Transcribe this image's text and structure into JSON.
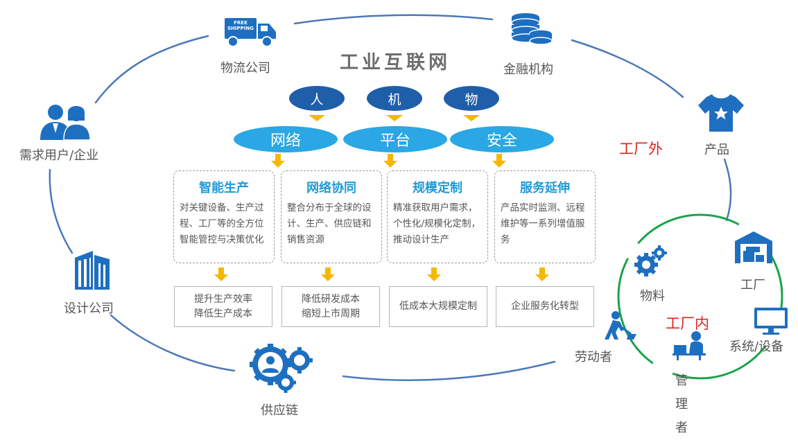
{
  "title": "工业互联网",
  "outer_nodes": {
    "logistics": "物流公司",
    "finance": "金融机构",
    "product": "产品",
    "demand_users": "需求用户/企业",
    "design": "设计公司",
    "supply": "供应链"
  },
  "truck_badge": "FREE SHIPPING",
  "outside_label": "工厂外",
  "inside_label": "工厂内",
  "inner_nodes": {
    "material": "物料",
    "factory": "工厂",
    "system": "系统/设备",
    "manager": "管理者",
    "worker": "劳动者"
  },
  "elements": [
    "人",
    "机",
    "物"
  ],
  "layers": [
    "网络",
    "平台",
    "安全"
  ],
  "panels": [
    {
      "title": "智能生产",
      "text": "对关键设备、生产过程、工厂等的全方位智能管控与决策优化"
    },
    {
      "title": "网络协同",
      "text": "整合分布于全球的设计、生产、供应链和销售资源"
    },
    {
      "title": "规模定制",
      "text": "精准获取用户需求，个性化/规模化定制，推动设计生产"
    },
    {
      "title": "服务延伸",
      "text": "产品实时监测、远程维护等一系列增值服务"
    }
  ],
  "outcomes": [
    {
      "line1": "提升生产效率",
      "line2": "降低生产成本"
    },
    {
      "line1": "降低研发成本",
      "line2": "缩短上市周期"
    },
    {
      "line1": "低成本大规模定制",
      "line2": ""
    },
    {
      "line1": "企业服务化转型",
      "line2": ""
    }
  ],
  "colors": {
    "dark_blue": "#1f5ea8",
    "light_blue": "#2aa7e4",
    "arrow": "#f5b800",
    "red": "#e02020",
    "green": "#1aa34a",
    "icon_blue": "#1e6fbf"
  }
}
